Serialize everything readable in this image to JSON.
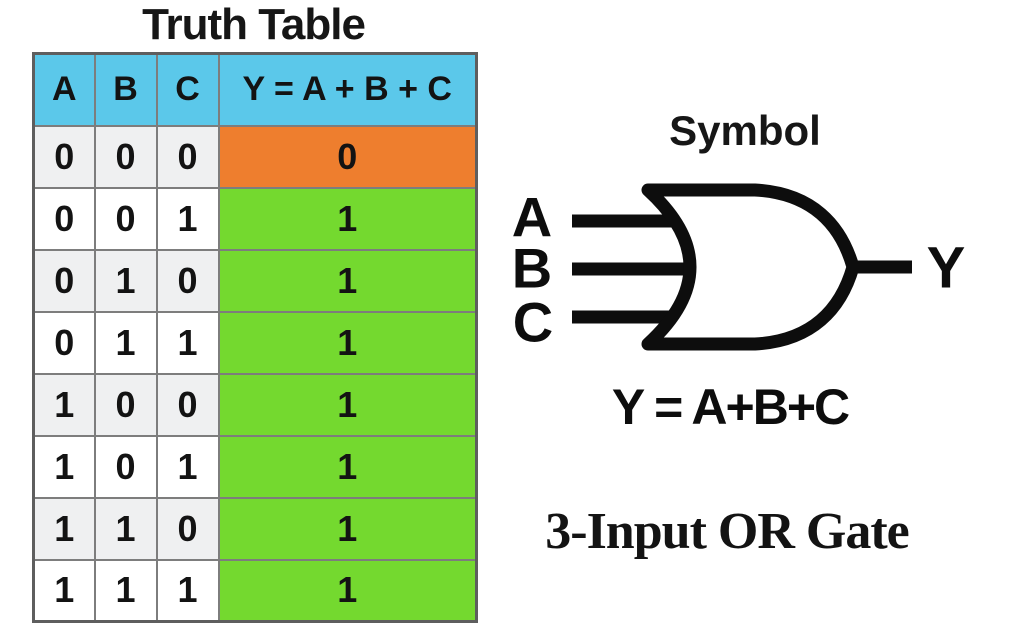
{
  "truth_table": {
    "title": "Truth Table",
    "columns": [
      "A",
      "B",
      "C",
      "Y = A + B + C"
    ],
    "rows": [
      [
        "0",
        "0",
        "0",
        "0"
      ],
      [
        "0",
        "0",
        "1",
        "1"
      ],
      [
        "0",
        "1",
        "0",
        "1"
      ],
      [
        "0",
        "1",
        "1",
        "1"
      ],
      [
        "1",
        "0",
        "0",
        "1"
      ],
      [
        "1",
        "0",
        "1",
        "1"
      ],
      [
        "1",
        "1",
        "0",
        "1"
      ],
      [
        "1",
        "1",
        "1",
        "1"
      ]
    ],
    "colors": {
      "header_bg": "#5bc8ea",
      "output_low_bg": "#ee7e2e",
      "output_high_bg": "#74d92f",
      "row_shaded_bg": "#eff0f1",
      "row_plain_bg": "#ffffff",
      "grid_border": "#7d7d7d"
    }
  },
  "symbol_panel": {
    "title": "Symbol",
    "input_labels": [
      "A",
      "B",
      "C"
    ],
    "output_label": "Y",
    "equation": "Y = A+B+C",
    "caption": "3-Input OR Gate"
  }
}
